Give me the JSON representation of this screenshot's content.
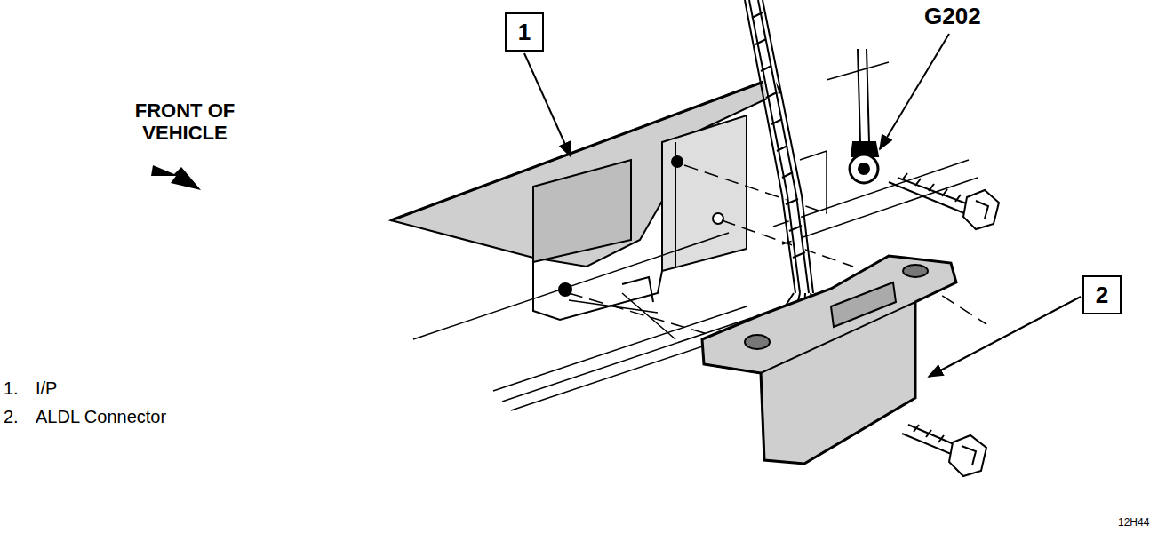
{
  "diagram": {
    "nodes": [
      {
        "text": [
          "1"
        ]
      },
      {
        "text": [
          "2"
        ]
      }
    ],
    "labels": [
      "G202",
      "FRONT OF VEHICLE",
      "1.",
      "I/P",
      "2.",
      "ALDL Connector",
      "12H44"
    ]
  }
}
